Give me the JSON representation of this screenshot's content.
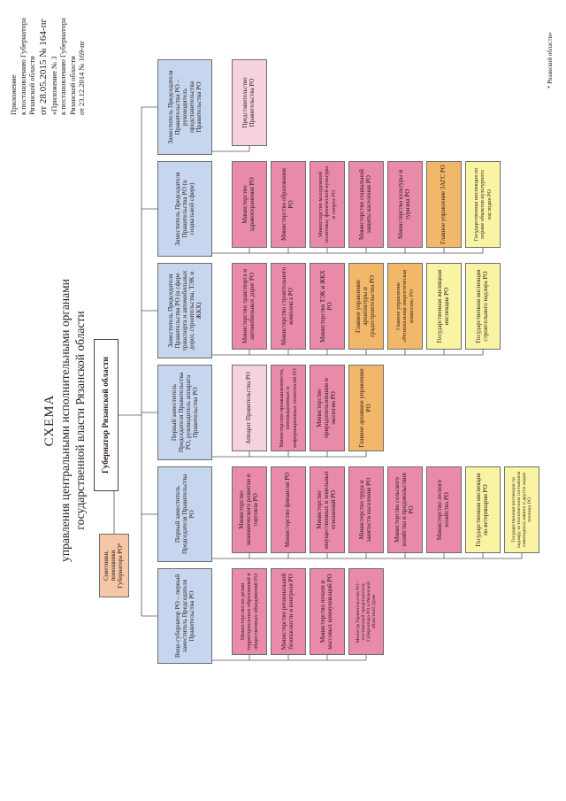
{
  "header": {
    "line1": "Приложение",
    "line2": "к постановлению Губернатора",
    "line3": "Рязанской области",
    "line4": "от 28.05.2015 № 164-пг",
    "line5": "«Приложение № 3",
    "line6": "к постановлению Губернатора",
    "line7": "Рязанской области",
    "line8": "от 23.12.2014 № 169-пг"
  },
  "title": {
    "line1": "СХЕМА",
    "line2": "управления центральными исполнительными органами",
    "line3": "государственной власти Рязанской области"
  },
  "governor": "Губернатор Рязанской области",
  "advisors": "Советники, помощники Губернатора РО*",
  "footnote": "*  Рязанской области»",
  "colors": {
    "blue": "#c6d6ee",
    "pink": "#e88aa8",
    "orange": "#f2b86a",
    "yellow": "#f8f4a4",
    "lightpink": "#f6d2de",
    "peach": "#f5c7a6"
  },
  "columns": [
    {
      "head": "Вице-губернатор РО – первый заместитель Председателя Правительства РО",
      "items": [
        {
          "text": "Министерство по делам территориальных образований и общественных объединений РО",
          "color": "pink"
        },
        {
          "text": "Министерство региональной безопасности и контроля РО",
          "color": "pink"
        },
        {
          "text": "Министерство печати и массовых коммуникаций РО",
          "color": "pink"
        },
        {
          "text": "Министр Правительства РО – постоянный представитель Губернатора РО в Рязанской областной Думе",
          "color": "pink"
        }
      ]
    },
    {
      "head": "Первый заместитель Председателя Правительства РО",
      "items": [
        {
          "text": "Министерство экономического развития и торговли РО",
          "color": "pink"
        },
        {
          "text": "Министерство финансов РО",
          "color": "pink"
        },
        {
          "text": "Министерство имущественных и земельных отношений РО",
          "color": "pink"
        },
        {
          "text": "Министерство труда и занятости населения РО",
          "color": "pink"
        },
        {
          "text": "Министерство сельского хозяйства и продовольствия РО",
          "color": "pink"
        },
        {
          "text": "Министерство лесного хозяйства РО",
          "color": "pink"
        },
        {
          "text": "Государственная инспекция по ветеринарии РО",
          "color": "yellow"
        },
        {
          "text": "Государственная инспекция по надзору за техническим состоянием самоходных машин и других видов техники РО",
          "color": "yellow"
        }
      ]
    },
    {
      "head": "Первый заместитель Председателя Правительства РО, руководитель аппарата Правительства РО",
      "items": [
        {
          "text": "Аппарат Правительства РО",
          "color": "lightpink"
        },
        {
          "text": "Министерство промышленности, инновационных и информационных технологий РО",
          "color": "pink"
        },
        {
          "text": "Министерство природопользования и экологии РО",
          "color": "pink"
        },
        {
          "text": "Главное архивное управление РО",
          "color": "orange"
        }
      ]
    },
    {
      "head": "Заместитель Председателя Правительства РО (в сфере транспорта и автомобильных дорог, строительства, ТЭК и ЖКХ)",
      "items": [
        {
          "text": "Министерство транспорта и автомобильных дорог РО",
          "color": "pink"
        },
        {
          "text": "Министерство строительного комплекса РО",
          "color": "pink"
        },
        {
          "text": "Министерство ТЭК и ЖКХ РО",
          "color": "pink"
        },
        {
          "text": "Главное управление архитектуры и градостроительства РО",
          "color": "orange"
        },
        {
          "text": "Главное управление «Региональная энергетическая комиссия» РО",
          "color": "orange"
        },
        {
          "text": "Государственная жилищная инспекция РО",
          "color": "yellow"
        },
        {
          "text": "Государственная инспекция строительного надзора РО",
          "color": "yellow"
        }
      ]
    },
    {
      "head": "Заместитель Председателя Правительства РО (в социальной сфере)",
      "items": [
        {
          "text": "Министерство здравоохранения РО",
          "color": "pink"
        },
        {
          "text": "Министерство образования РО",
          "color": "pink"
        },
        {
          "text": "Министерство молодежной политики, физической культуры и спорта РО",
          "color": "pink"
        },
        {
          "text": "Министерство социальной защиты населения РО",
          "color": "pink"
        },
        {
          "text": "Министерство культуры и туризма РО",
          "color": "pink"
        },
        {
          "text": "Главное управление ЗАГС РО",
          "color": "orange"
        },
        {
          "text": "Государственная инспекция по охране объектов культурного наследия РО",
          "color": "yellow"
        }
      ]
    },
    {
      "head": "Заместитель Председателя Правительства РО – руководитель представительства Правительства РО",
      "items": [
        {
          "text": "Представительство Правительства РО",
          "color": "lightpink"
        }
      ]
    }
  ]
}
